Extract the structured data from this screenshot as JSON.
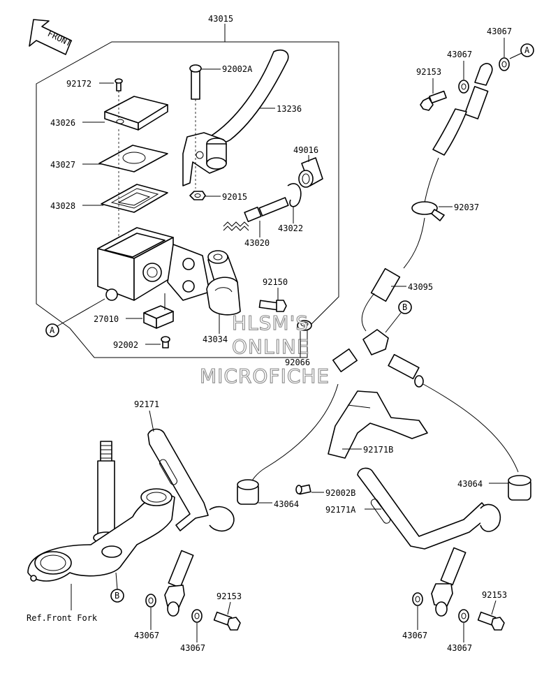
{
  "diagram": {
    "front_label": "FRONT",
    "watermark": [
      "HLSM'S",
      "ONLINE",
      "MICROFICHE"
    ],
    "ref_caption": "Ref.Front Fork",
    "callouts": {
      "a": "A",
      "b": "B"
    },
    "parts": {
      "p43015": "43015",
      "p92002A": "92002A",
      "p13236": "13236",
      "p92172": "92172",
      "p43026": "43026",
      "p43027": "43027",
      "p43028": "43028",
      "p49016": "49016",
      "p92015": "92015",
      "p43022": "43022",
      "p43020": "43020",
      "p92150": "92150",
      "p27010": "27010",
      "p43034": "43034",
      "p92002": "92002",
      "p92066": "92066",
      "p43067_top1": "43067",
      "p43067_top2": "43067",
      "p92153_top": "92153",
      "p92037": "92037",
      "p43095": "43095",
      "p92171": "92171",
      "p92171B": "92171B",
      "p92002B": "92002B",
      "p43064_left": "43064",
      "p43064_right": "43064",
      "p92171A": "92171A",
      "p92153_bl": "92153",
      "p43067_bl1": "43067",
      "p43067_bl2": "43067",
      "p92153_br": "92153",
      "p43067_br1": "43067",
      "p43067_br2": "43067"
    }
  }
}
